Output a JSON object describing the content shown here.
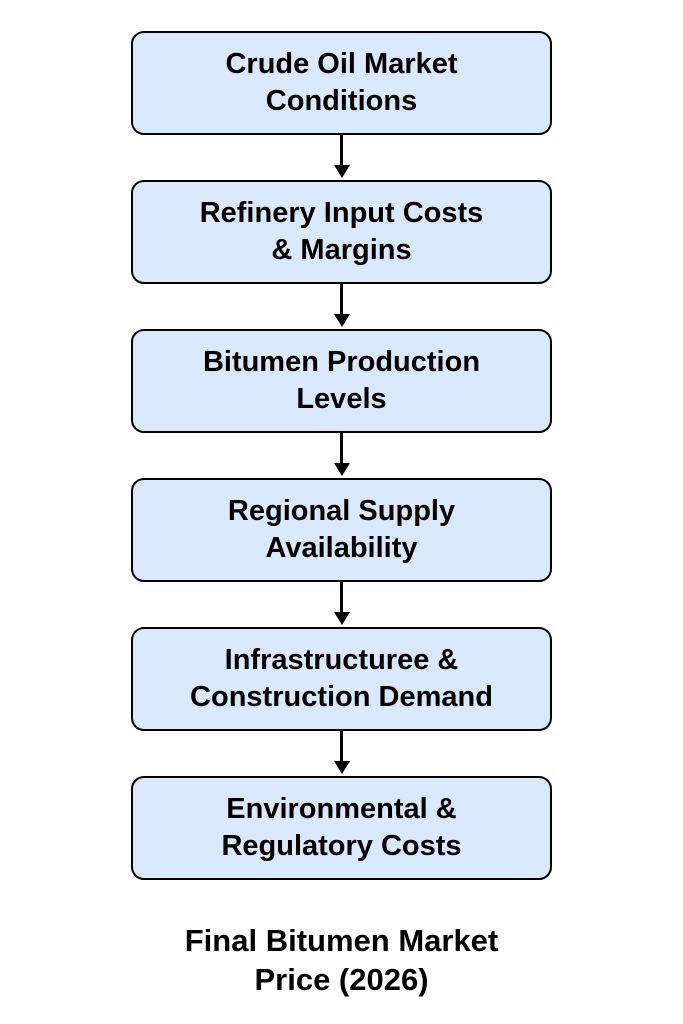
{
  "diagram": {
    "type": "flowchart-vertical",
    "nodes": [
      {
        "id": "node-1",
        "line1": "Crude Oil Market",
        "line2": "Conditions"
      },
      {
        "id": "node-2",
        "line1": "Refinery Input Costs",
        "line2": "& Margins"
      },
      {
        "id": "node-3",
        "line1": "Bitumen Production",
        "line2": "Levels"
      },
      {
        "id": "node-4",
        "line1": "Regional Supply",
        "line2": "Availability"
      },
      {
        "id": "node-5",
        "line1": "Infrastructuree &",
        "line2": "Construction Demand"
      },
      {
        "id": "node-6",
        "line1": "Environmental &",
        "line2": "Regulatory Costs"
      }
    ],
    "footer": {
      "line1": "Final Bitumen Market",
      "line2": "Price (2026)"
    },
    "colors": {
      "node_fill": "#dae8fc",
      "node_border": "#000000",
      "arrow": "#000000",
      "text": "#000000",
      "background": "#ffffff"
    }
  }
}
